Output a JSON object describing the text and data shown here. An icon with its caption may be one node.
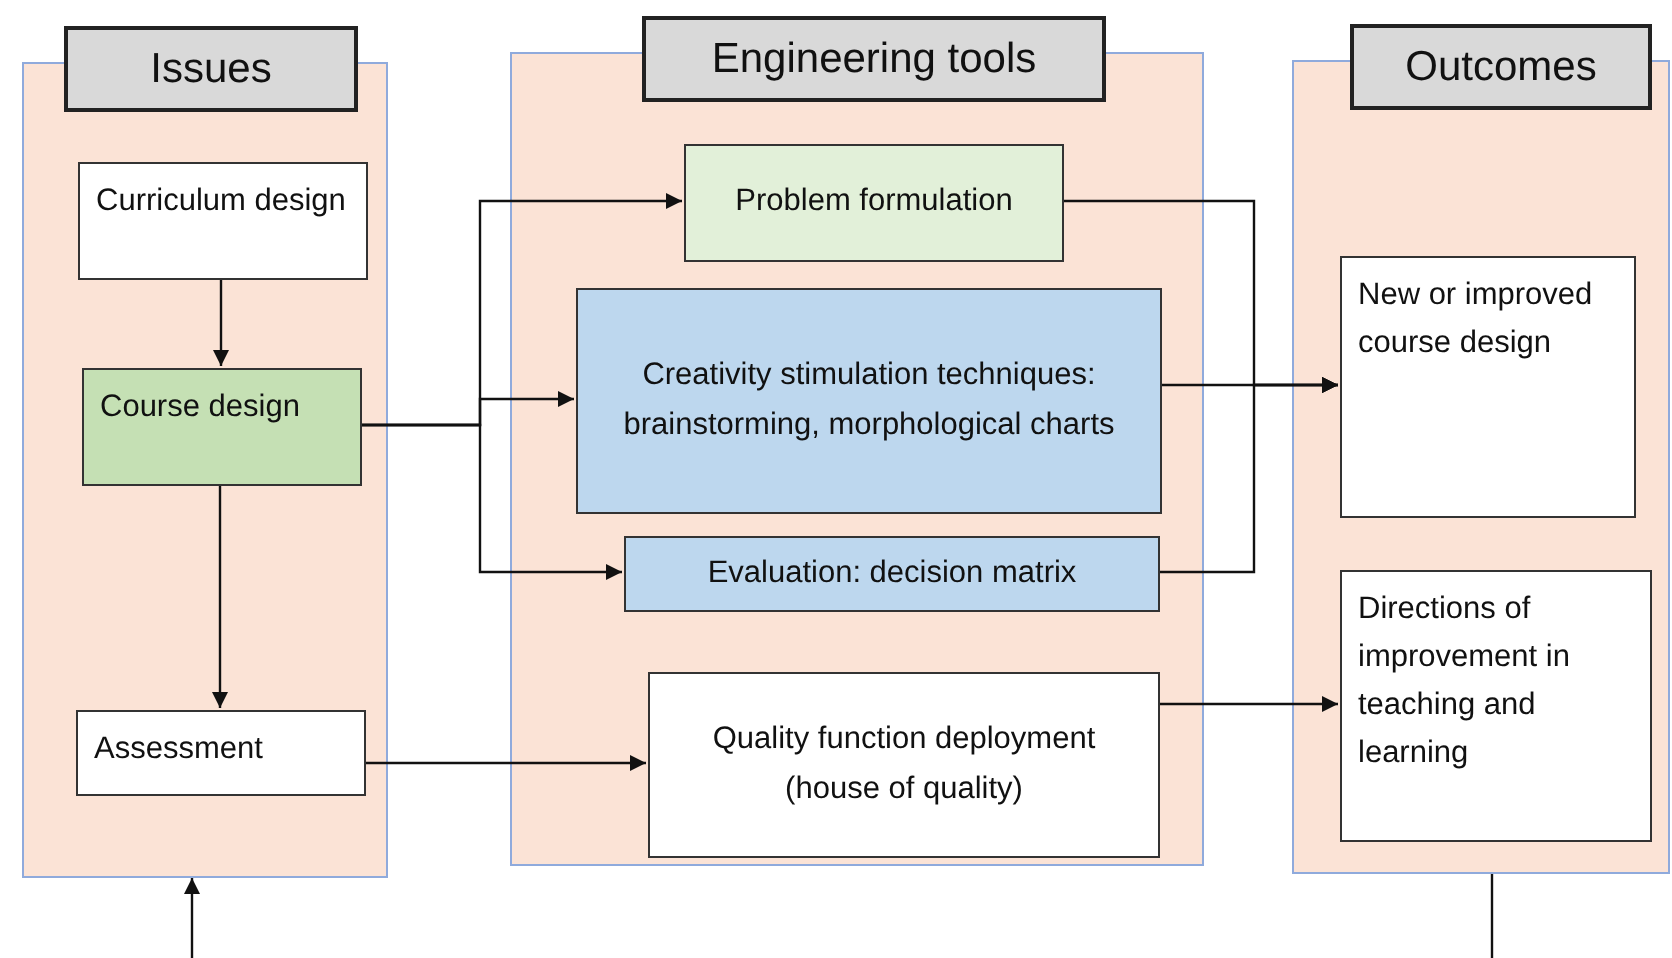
{
  "diagram": {
    "nodes": [
      {
        "text": [
          "Issues"
        ]
      },
      {
        "text": [
          "Curriculum design"
        ],
        "in": 0
      },
      {
        "text": [
          "Course design"
        ],
        "in": 0
      },
      {
        "text": [
          "Assessment"
        ],
        "in": 0
      },
      {
        "text": [
          "Engineering tools"
        ]
      },
      {
        "text": [
          "Problem formulation"
        ],
        "in": 4
      },
      {
        "text": [
          "Creativity stimulation techniques: brainstorming, morphological charts"
        ],
        "in": 4
      },
      {
        "text": [
          "Evaluation: decision matrix"
        ],
        "in": 4
      },
      {
        "text": [
          "Quality function deployment (house of quality)"
        ],
        "in": 4
      },
      {
        "text": [
          "Outcomes"
        ]
      },
      {
        "text": [
          "New or improved course design"
        ],
        "in": 9
      },
      {
        "text": [
          "Directions of improvement in teaching and learning"
        ],
        "in": 9
      }
    ],
    "edges": [
      {
        "from": 1,
        "to": 2,
        "arrow": "to"
      },
      {
        "from": 2,
        "to": 5,
        "arrow": "to"
      },
      {
        "from": 2,
        "to": 6,
        "arrow": "to"
      },
      {
        "from": 2,
        "to": 7,
        "arrow": "to"
      },
      {
        "from": 2,
        "to": 3,
        "arrow": "to"
      },
      {
        "from": 3,
        "to": 8,
        "arrow": "to"
      },
      {
        "from": 5,
        "to": 10,
        "arrow": "to"
      },
      {
        "from": 6,
        "to": 10,
        "arrow": "to"
      },
      {
        "from": 7,
        "to": 10,
        "arrow": "to"
      },
      {
        "from": 8,
        "to": 11,
        "arrow": "to"
      },
      {
        "from": null,
        "to": 0,
        "arrow": "to"
      },
      {
        "from": 9,
        "to": null,
        "arrow": "none"
      }
    ]
  }
}
